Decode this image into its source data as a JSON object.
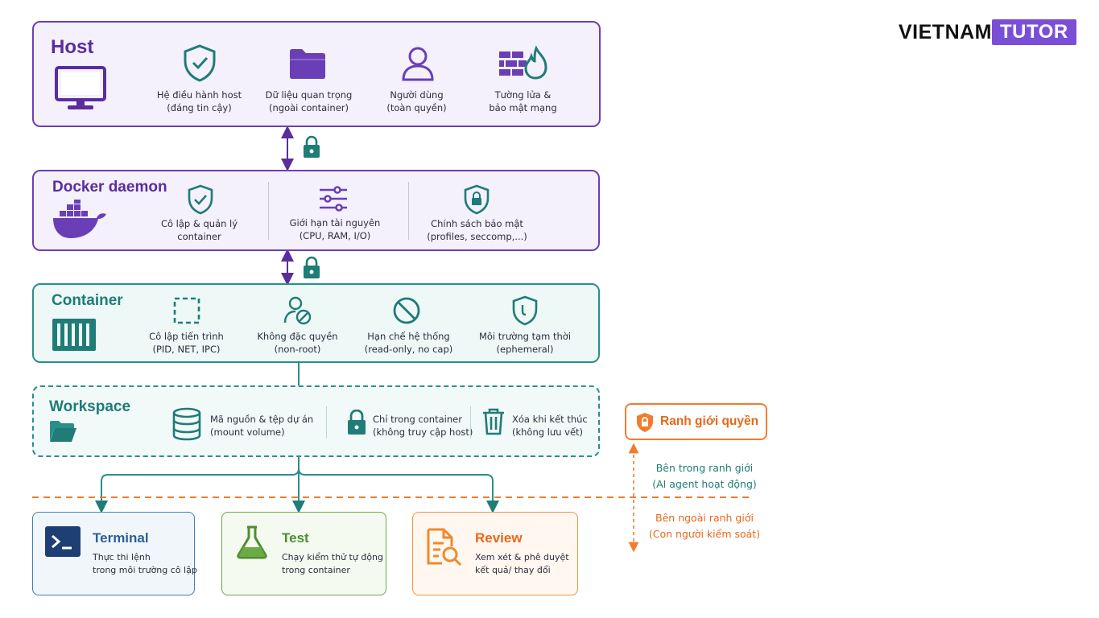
{
  "logo": {
    "part1": "VIETNAM",
    "part2": "TUTOR",
    "accent": "#7a4fd6"
  },
  "colors": {
    "purple": "#6a3fb5",
    "teal": "#2a8f8a",
    "orange": "#f07c2e",
    "blue": "#3f7fb5",
    "green": "#6aab45"
  },
  "host": {
    "title": "Host",
    "icon": "monitor-icon",
    "items": [
      {
        "icon": "shield-check-icon",
        "line1": "Hệ điều hành host",
        "line2": "(đáng tin cậy)"
      },
      {
        "icon": "folder-icon",
        "line1": "Dữ liệu quan trọng",
        "line2": "(ngoài container)"
      },
      {
        "icon": "user-icon",
        "line1": "Người dùng",
        "line2": "(toàn quyền)"
      },
      {
        "icon": "firewall-icon",
        "line1": "Tường lửa &",
        "line2": "bảo mật mạng"
      }
    ]
  },
  "docker": {
    "title": "Docker daemon",
    "icon": "docker-whale-icon",
    "items": [
      {
        "icon": "shield-check-icon",
        "line1": "Cô lập & quản lý",
        "line2": "container"
      },
      {
        "icon": "sliders-icon",
        "line1": "Giới hạn tài nguyên",
        "line2": "(CPU, RAM, I/O)"
      },
      {
        "icon": "shield-lock-icon",
        "line1": "Chính sách bảo mật",
        "line2": "(profiles, seccomp,...)"
      }
    ]
  },
  "container": {
    "title": "Container",
    "icon": "container-icon",
    "items": [
      {
        "icon": "dashed-square-icon",
        "line1": "Cô lập tiến trình",
        "line2": "(PID, NET, IPC)"
      },
      {
        "icon": "user-no-root-icon",
        "line1": "Không đặc quyền",
        "line2": "(non-root)"
      },
      {
        "icon": "prohibited-icon",
        "line1": "Hạn chế hệ thống",
        "line2": "(read-only, no cap)"
      },
      {
        "icon": "shield-half-icon",
        "line1": "Môi trường tạm thời",
        "line2": "(ephemeral)"
      }
    ]
  },
  "workspace": {
    "title": "Workspace",
    "icon": "folder-open-icon",
    "items": [
      {
        "icon": "database-icon",
        "line1": "Mã nguồn & tệp dự án",
        "line2": "(mount volume)"
      },
      {
        "icon": "lock-icon",
        "line1": "Chỉ trong container",
        "line2": "(không truy cập host)"
      },
      {
        "icon": "trash-icon",
        "line1": "Xóa khi kết thúc",
        "line2": "(không lưu vết)"
      }
    ]
  },
  "outputs": [
    {
      "title": "Terminal",
      "icon": "terminal-icon",
      "line1": "Thực thi lệnh",
      "line2": "trong môi trường cô lập"
    },
    {
      "title": "Test",
      "icon": "flask-icon",
      "line1": "Chạy kiểm thử tự động",
      "line2": "trong container"
    },
    {
      "title": "Review",
      "icon": "document-search-icon",
      "line1": "Xem xét & phê duyệt",
      "line2": "kết quả/ thay đổi"
    }
  ],
  "legend": {
    "title": "Ranh giới quyền",
    "inside_line1": "Bên trong ranh giới",
    "inside_line2": "(AI agent hoạt động)",
    "outside_line1": "Bên ngoài ranh giới",
    "outside_line2": "(Con người kiểm soát)"
  }
}
